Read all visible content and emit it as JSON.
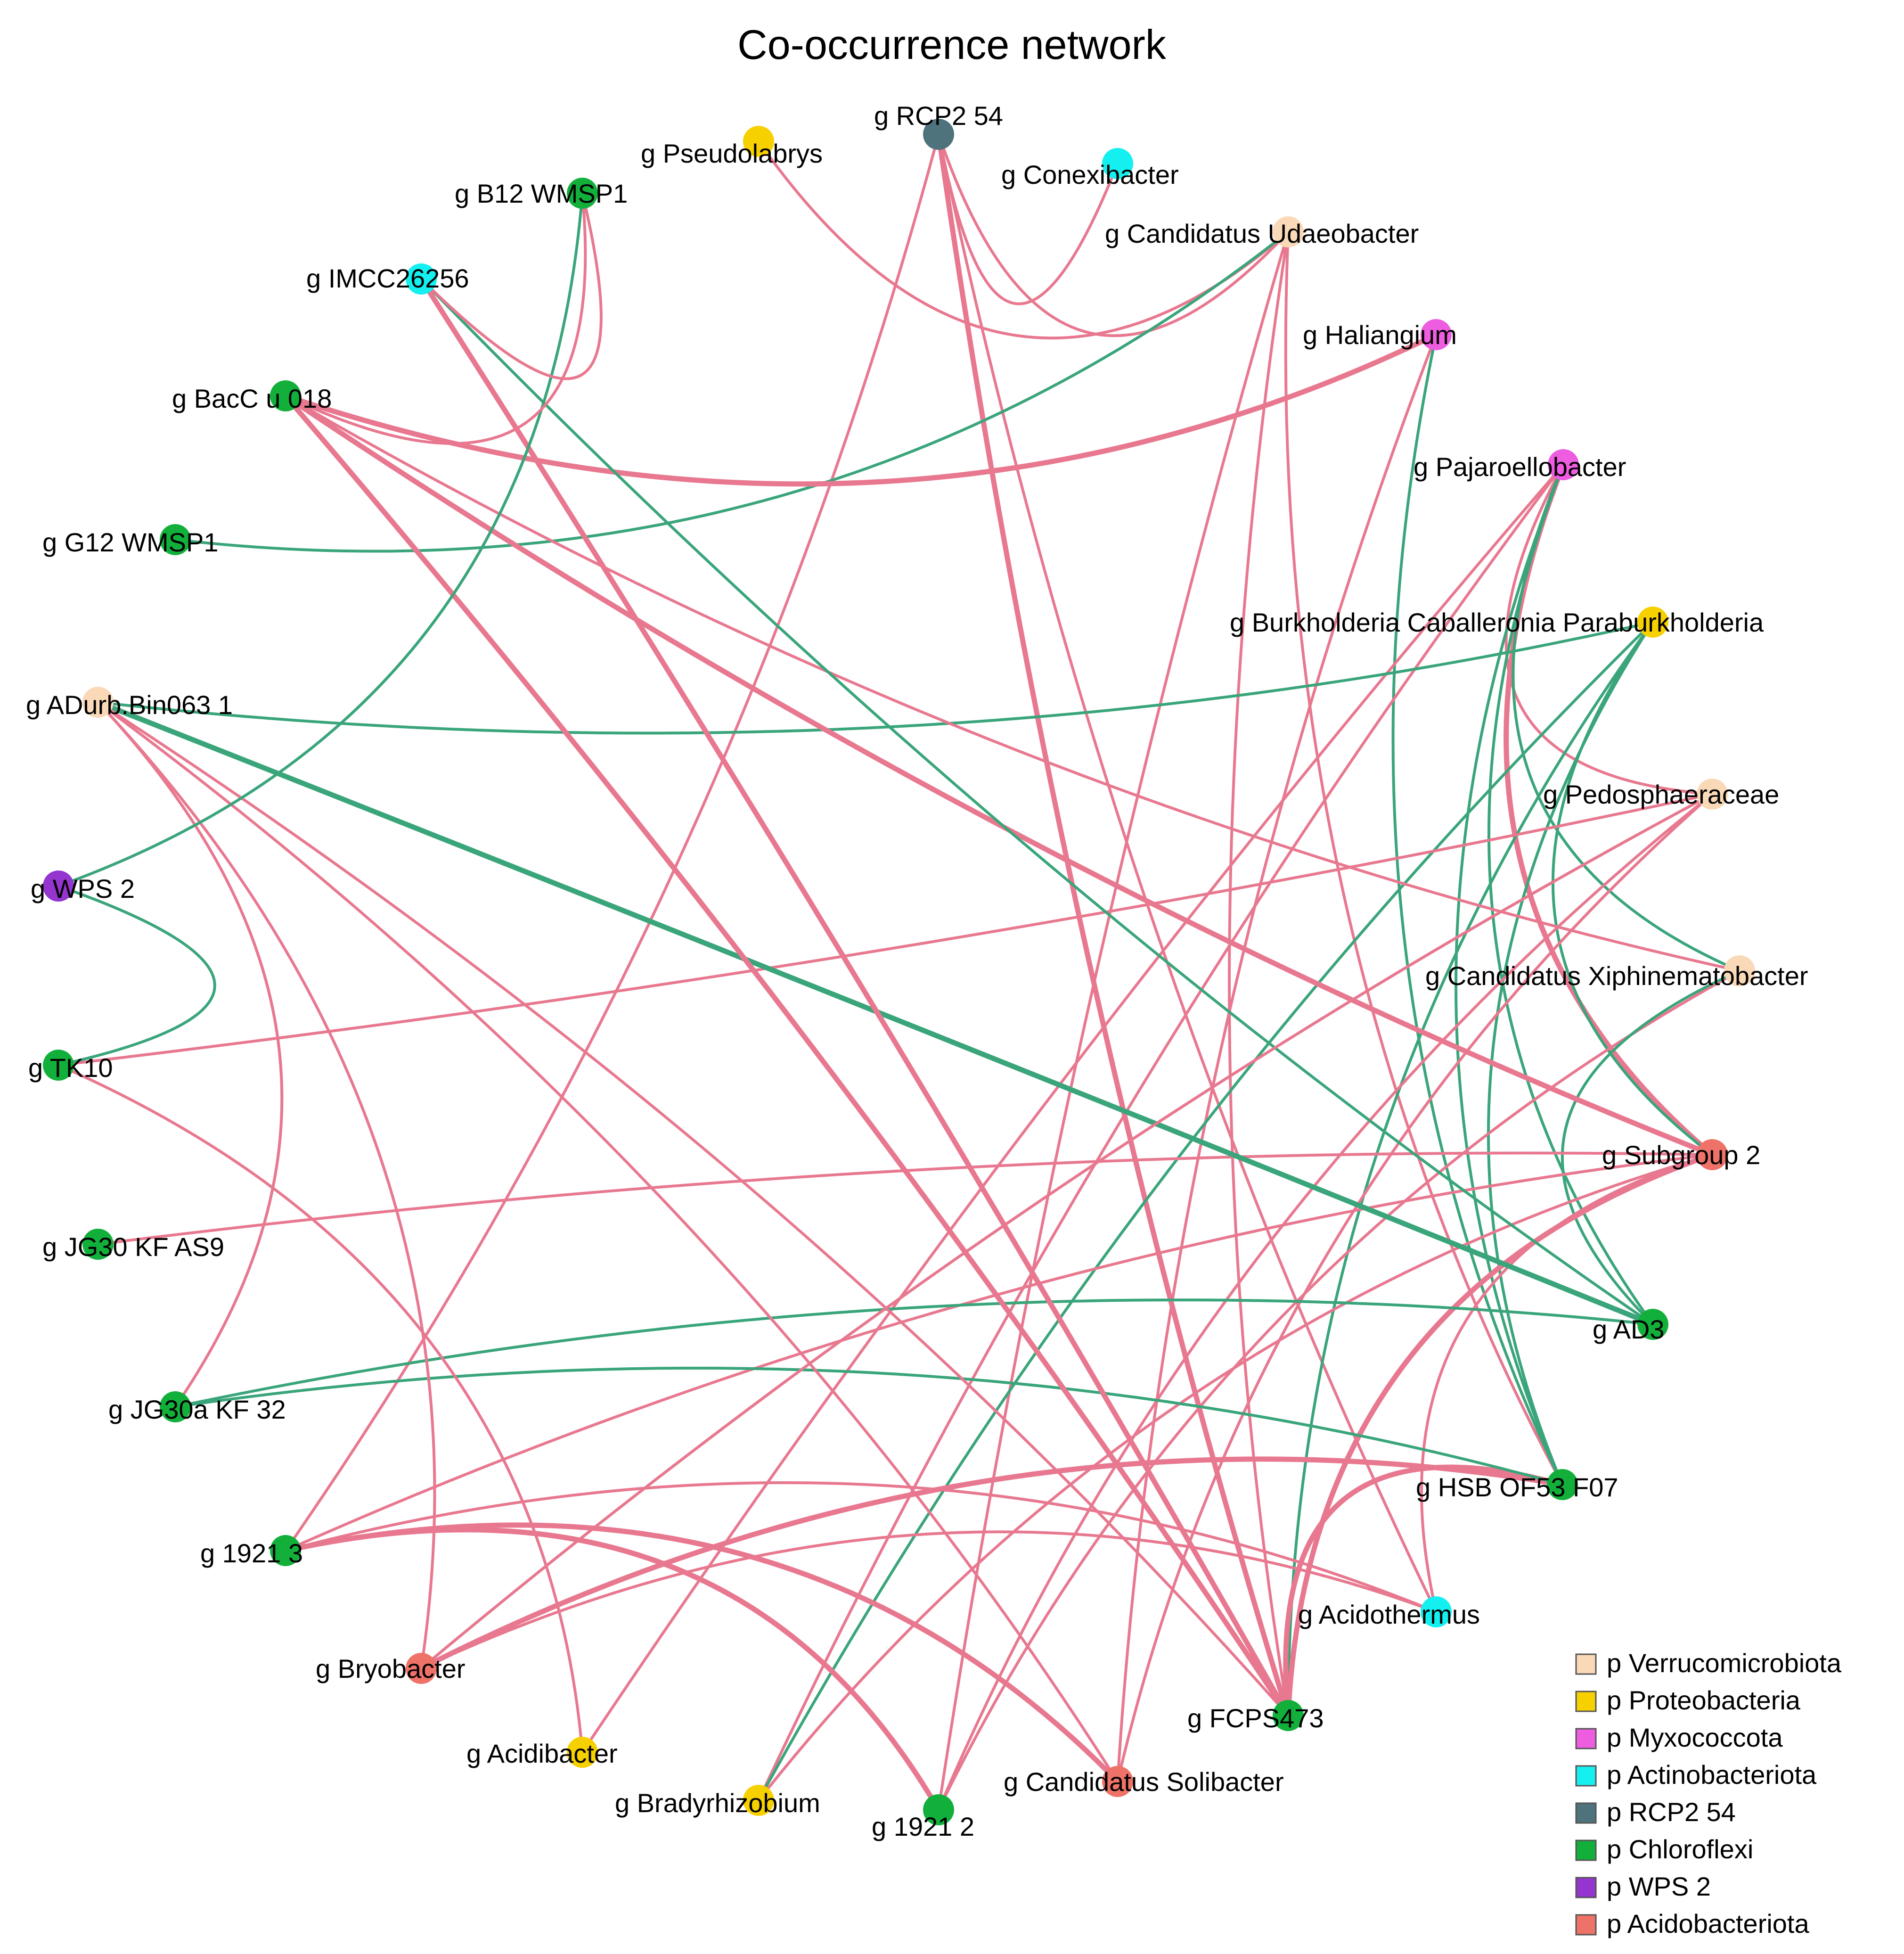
{
  "title": "Co-occurrence network",
  "phyla": [
    {
      "name": "p  Verrucomicrobiota",
      "color": "#FAD9B8"
    },
    {
      "name": "p  Proteobacteria",
      "color": "#F7D000"
    },
    {
      "name": "p  Myxococcota",
      "color": "#EE5CE0"
    },
    {
      "name": "p  Actinobacteriota",
      "color": "#14F0F0"
    },
    {
      "name": "p  RCP2 54",
      "color": "#4E737C"
    },
    {
      "name": "p  Chloroflexi",
      "color": "#12B03B"
    },
    {
      "name": "p  WPS 2",
      "color": "#9435CF"
    },
    {
      "name": "p  Acidobacteriota",
      "color": "#EE7268"
    }
  ],
  "nodes": [
    {
      "id": "rcp2",
      "label": "g  RCP2 54",
      "phylum": 4
    },
    {
      "id": "conexi",
      "label": "g  Conexibacter",
      "phylum": 3
    },
    {
      "id": "udaeo",
      "label": "g  Candidatus Udaeobacter",
      "phylum": 0
    },
    {
      "id": "haliang",
      "label": "g  Haliangium",
      "phylum": 2
    },
    {
      "id": "pajaro",
      "label": "g  Pajaroellobacter",
      "phylum": 2
    },
    {
      "id": "burk",
      "label": "g  Burkholderia Caballeronia Paraburkholderia",
      "phylum": 1
    },
    {
      "id": "pedosph",
      "label": "g  Pedosphaeraceae",
      "phylum": 0
    },
    {
      "id": "xiphin",
      "label": "g  Candidatus Xiphinematobacter",
      "phylum": 0
    },
    {
      "id": "subgr2",
      "label": "g  Subgroup 2",
      "phylum": 7
    },
    {
      "id": "ad3",
      "label": "g  AD3",
      "phylum": 5
    },
    {
      "id": "hsb",
      "label": "g  HSB OF53 F07",
      "phylum": 5
    },
    {
      "id": "acidoth",
      "label": "g  Acidothermus",
      "phylum": 3
    },
    {
      "id": "fcps",
      "label": "g  FCPS473",
      "phylum": 5
    },
    {
      "id": "solib",
      "label": "g  Candidatus Solibacter",
      "phylum": 7
    },
    {
      "id": "g1921_2",
      "label": "g  1921 2",
      "phylum": 5
    },
    {
      "id": "bradyrh",
      "label": "g  Bradyrhizobium",
      "phylum": 1
    },
    {
      "id": "acidib",
      "label": "g  Acidibacter",
      "phylum": 1
    },
    {
      "id": "bryob",
      "label": "g  Bryobacter",
      "phylum": 7
    },
    {
      "id": "g1921_3",
      "label": "g  1921 3",
      "phylum": 5
    },
    {
      "id": "jg30a",
      "label": "g  JG30a KF 32",
      "phylum": 5
    },
    {
      "id": "jg30",
      "label": "g  JG30 KF AS9",
      "phylum": 5
    },
    {
      "id": "tk10",
      "label": "g  TK10",
      "phylum": 5
    },
    {
      "id": "wps2",
      "label": "g  WPS 2",
      "phylum": 6
    },
    {
      "id": "adurb",
      "label": "g  ADurb.Bin063 1",
      "phylum": 0
    },
    {
      "id": "g12",
      "label": "g  G12 WMSP1",
      "phylum": 5
    },
    {
      "id": "bacc",
      "label": "g  BacC u 018",
      "phylum": 5
    },
    {
      "id": "imcc",
      "label": "g  IMCC26256",
      "phylum": 3
    },
    {
      "id": "b12",
      "label": "g  B12 WMSP1",
      "phylum": 5
    },
    {
      "id": "pseudol",
      "label": "g  Pseudolabrys",
      "phylum": 1
    }
  ],
  "edge_colors": {
    "positive": "#E8788F",
    "negative": "#3AA57B"
  },
  "edges": [
    [
      "rcp2",
      "conexi",
      "positive",
      1
    ],
    [
      "rcp2",
      "udaeo",
      "positive",
      1
    ],
    [
      "pseudol",
      "udaeo",
      "positive",
      1
    ],
    [
      "rcp2",
      "fcps",
      "positive",
      2
    ],
    [
      "rcp2",
      "acidoth",
      "positive",
      1
    ],
    [
      "rcp2",
      "g1921_3",
      "positive",
      1
    ],
    [
      "udaeo",
      "g1921_2",
      "positive",
      1
    ],
    [
      "udaeo",
      "hsb",
      "positive",
      1
    ],
    [
      "udaeo",
      "fcps",
      "positive",
      1
    ],
    [
      "udaeo",
      "g12",
      "negative",
      1
    ],
    [
      "haliang",
      "bacc",
      "positive",
      2
    ],
    [
      "haliang",
      "solib",
      "positive",
      1
    ],
    [
      "haliang",
      "hsb",
      "negative",
      1
    ],
    [
      "pajaro",
      "bradyrh",
      "positive",
      1
    ],
    [
      "pajaro",
      "acidib",
      "positive",
      1
    ],
    [
      "pajaro",
      "subgr2",
      "positive",
      2
    ],
    [
      "pajaro",
      "pedosph",
      "positive",
      1
    ],
    [
      "pajaro",
      "ad3",
      "negative",
      1
    ],
    [
      "pajaro",
      "hsb",
      "negative",
      1
    ],
    [
      "pajaro",
      "xiphin",
      "negative",
      1
    ],
    [
      "burk",
      "adurb",
      "negative",
      1
    ],
    [
      "burk",
      "bradyrh",
      "negative",
      1
    ],
    [
      "burk",
      "hsb",
      "negative",
      1
    ],
    [
      "burk",
      "subgr2",
      "negative",
      1
    ],
    [
      "burk",
      "fcps",
      "negative",
      1
    ],
    [
      "pedosph",
      "tk10",
      "positive",
      1
    ],
    [
      "pedosph",
      "solib",
      "positive",
      1
    ],
    [
      "pedosph",
      "bryob",
      "positive",
      1
    ],
    [
      "pedosph",
      "g1921_2",
      "positive",
      1
    ],
    [
      "xiphin",
      "bacc",
      "positive",
      1
    ],
    [
      "xiphin",
      "g1921_2",
      "positive",
      1
    ],
    [
      "xiphin",
      "ad3",
      "negative",
      1
    ],
    [
      "subgr2",
      "fcps",
      "positive",
      2
    ],
    [
      "subgr2",
      "acidoth",
      "positive",
      1
    ],
    [
      "subgr2",
      "bradyrh",
      "positive",
      1
    ],
    [
      "subgr2",
      "g1921_3",
      "positive",
      1
    ],
    [
      "subgr2",
      "bacc",
      "positive",
      2
    ],
    [
      "subgr2",
      "jg30",
      "positive",
      1
    ],
    [
      "ad3",
      "adurb",
      "negative",
      2
    ],
    [
      "ad3",
      "jg30a",
      "negative",
      1
    ],
    [
      "ad3",
      "imcc",
      "negative",
      1
    ],
    [
      "hsb",
      "fcps",
      "positive",
      2
    ],
    [
      "hsb",
      "bryob",
      "positive",
      2
    ],
    [
      "hsb",
      "jg30a",
      "negative",
      1
    ],
    [
      "acidoth",
      "bryob",
      "positive",
      1
    ],
    [
      "acidoth",
      "g1921_3",
      "positive",
      1
    ],
    [
      "fcps",
      "bacc",
      "positive",
      2
    ],
    [
      "fcps",
      "imcc",
      "positive",
      2
    ],
    [
      "fcps",
      "adurb",
      "positive",
      1
    ],
    [
      "solib",
      "g1921_3",
      "positive",
      2
    ],
    [
      "solib",
      "adurb",
      "positive",
      1
    ],
    [
      "g1921_2",
      "g1921_3",
      "positive",
      2
    ],
    [
      "acidib",
      "tk10",
      "positive",
      1
    ],
    [
      "bryob",
      "adurb",
      "positive",
      1
    ],
    [
      "bryob",
      "pedosph",
      "positive",
      1
    ],
    [
      "jg30a",
      "adurb",
      "positive",
      1
    ],
    [
      "wps2",
      "tk10",
      "negative",
      1
    ],
    [
      "wps2",
      "b12",
      "negative",
      1
    ],
    [
      "b12",
      "bacc",
      "positive",
      1
    ],
    [
      "b12",
      "imcc",
      "positive",
      1
    ]
  ]
}
